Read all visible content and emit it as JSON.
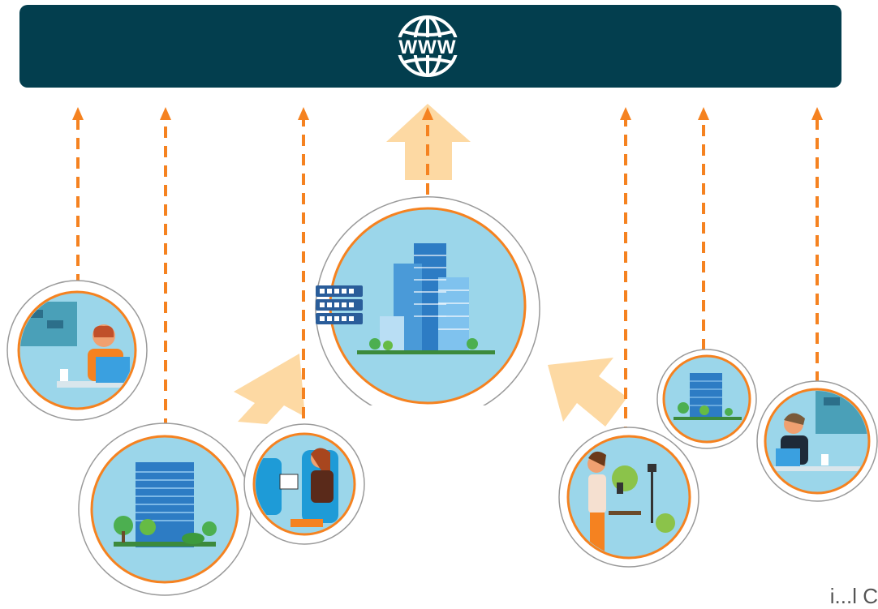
{
  "header": {
    "label": "WWW",
    "icon": "globe-www-icon"
  },
  "colors": {
    "bar": "#033e4e",
    "arrow": "#f58220",
    "big_arrow": "#fdd9a3",
    "circle_fill": "#9bd6ea",
    "circle_ring": "#f58220",
    "outer_ring": "#9a9a9a"
  },
  "nodes": [
    {
      "name": "remote-worker-home-office",
      "icon": "laptop-worker-icon"
    },
    {
      "name": "branch-office-building",
      "icon": "office-building-icon"
    },
    {
      "name": "traveler-on-train",
      "icon": "train-passenger-icon"
    },
    {
      "name": "headquarters-datacenter",
      "icon": "skyscrapers-server-icon"
    },
    {
      "name": "mobile-user-park",
      "icon": "woman-phone-park-icon"
    },
    {
      "name": "small-branch-office",
      "icon": "small-building-icon"
    },
    {
      "name": "remote-worker-office",
      "icon": "desk-worker-icon"
    }
  ],
  "footer_fragment": "i...l C"
}
